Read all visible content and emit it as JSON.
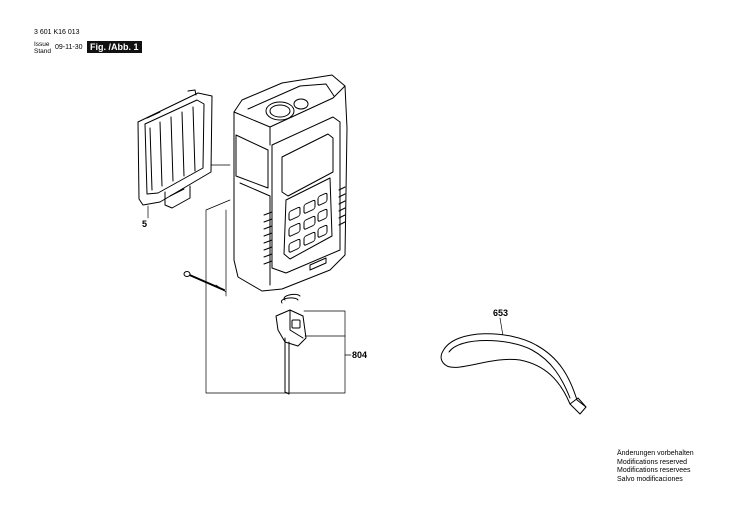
{
  "header": {
    "doc_number": "3 601 K16 013",
    "issue_label": "Issue",
    "stand_label": "Stand",
    "issue_date": "09-11-30",
    "figure_label": "Fig. /Abb. 1"
  },
  "callouts": {
    "part_5": "5",
    "part_804": "804",
    "part_653": "653"
  },
  "notes": [
    "Änderungen vorbehalten",
    "Modifications reserved",
    "Modifications reservees",
    "Salvo modificaciones"
  ]
}
